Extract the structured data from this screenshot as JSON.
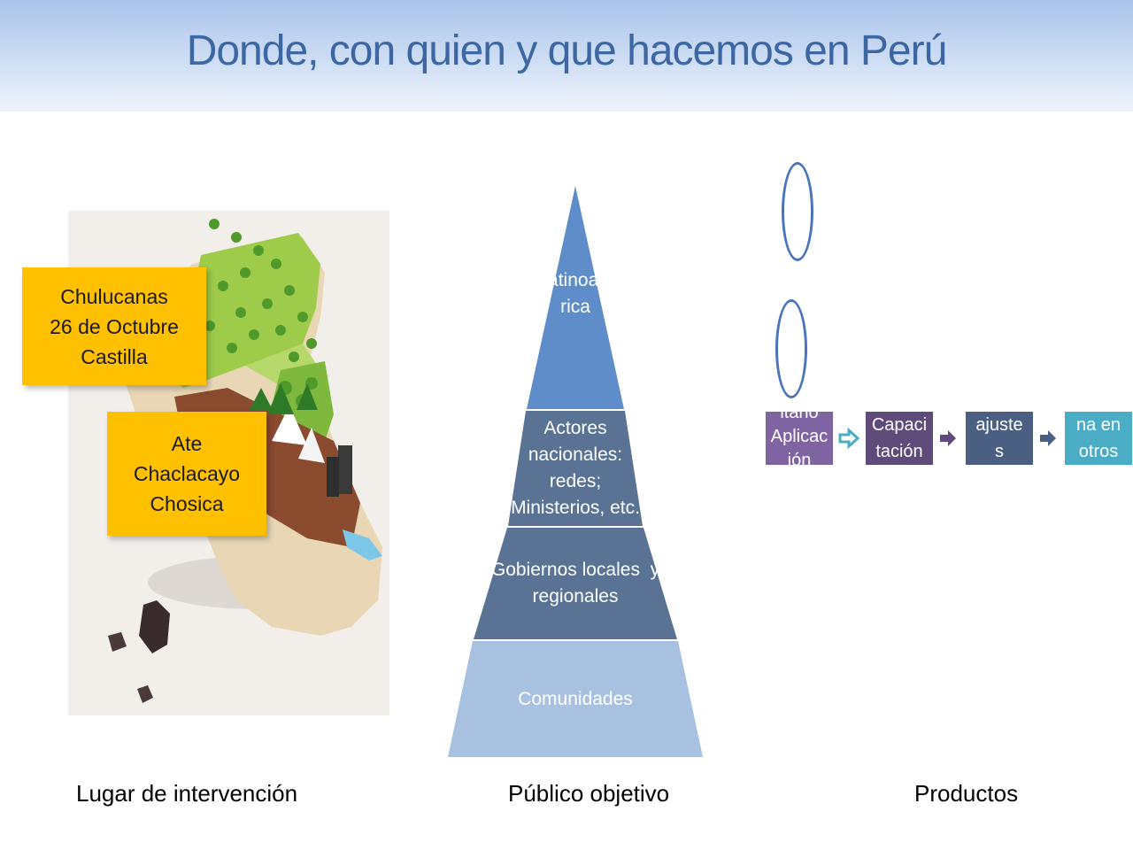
{
  "title": "Donde, con quien y que hacemos en Perú",
  "map": {
    "boxes": [
      {
        "lines": [
          "Chulucanas",
          "26 de Octubre",
          "Castilla"
        ]
      },
      {
        "lines": [
          "Ate",
          "Chaclacayo",
          "Chosica"
        ]
      }
    ]
  },
  "pyramid": {
    "levels": [
      {
        "label": "Latinoamérica",
        "visible_text": "atinoal rica"
      },
      {
        "label": "Actores nacionales: redes; Ministerios, etc."
      },
      {
        "label": "Gobiernos locales  y regionales"
      },
      {
        "label": "Comunidades"
      }
    ],
    "visible": {
      "top_line1": "atinoal",
      "top_line2": "rica",
      "actores_1": "Actores",
      "actores_2": "nacionales:",
      "actores_3": "redes;",
      "actores_4": "Ministerios, etc.",
      "gob_1": "Gobiernos locales  y",
      "gob_2": "regionales",
      "comunidades": "Comunidades"
    }
  },
  "process": {
    "steps": [
      {
        "line1": "itario",
        "line2": "Aplicac",
        "line3": "ión",
        "color": "#8064a2"
      },
      {
        "line1": "Capaci",
        "line2": "tación",
        "color": "#5f4b7a"
      },
      {
        "line1": "ajuste",
        "line2": "s",
        "color": "#4a5f82"
      },
      {
        "line1": "na en",
        "line2": "otros",
        "color": "#4bacc6"
      }
    ]
  },
  "labels": {
    "lugar": "Lugar de intervención",
    "publico": "Público objetivo",
    "productos": "Productos"
  },
  "colors": {
    "title": "#3d67a3",
    "yellow_box": "#ffc000",
    "pyramid_top": "#5f8dca",
    "pyramid_mid": "#5a7394",
    "pyramid_base": "#a8c1e0"
  }
}
